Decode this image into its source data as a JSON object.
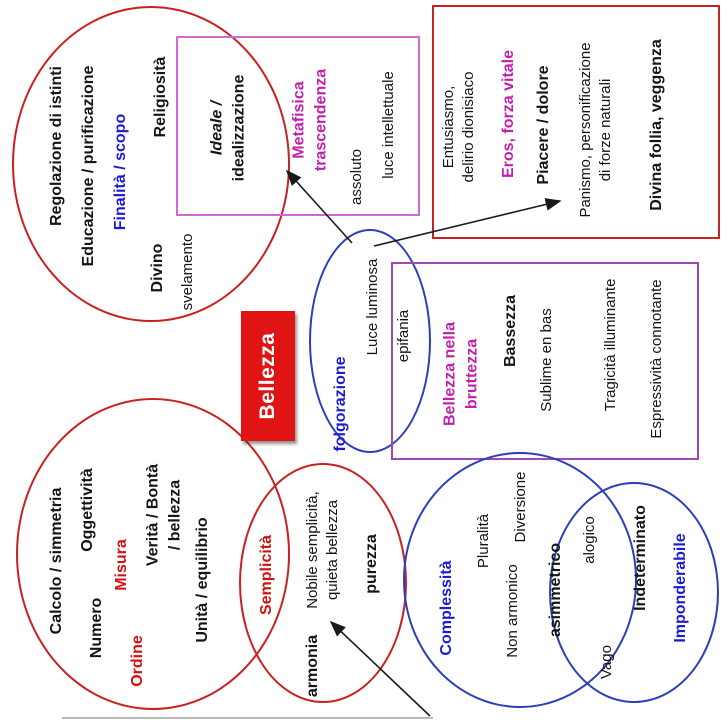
{
  "title": "Bellezza concept map",
  "colors": {
    "ellipse-red": "#c92121",
    "ellipse-blue": "#2b3fba",
    "rect-pink": "#d06ad0",
    "rect-violet": "#9a4ab0",
    "rect-red": "#c92121",
    "text-blue": "#1b1bd1",
    "text-red": "#d01111",
    "text-magenta": "#c21fae",
    "box-red": "#e01414",
    "arrow": "#1a1a1a"
  },
  "center": {
    "label": "Bellezza"
  },
  "groups": {
    "divino": {
      "regolazione": "Regolazione di istinti",
      "educazione": "Educazione / purificazione",
      "finalita": "Finalità / scopo",
      "religiosita": "Religiosità",
      "divino": "Divino",
      "svelamento": "svelamento"
    },
    "metafisica": {
      "ideale_line1": "Ideale /",
      "ideale_line2": "idealizzazione",
      "metafisica": "Metafisica\ntrascendenza",
      "assoluto": "assoluto",
      "luce_intellettuale": "luce intellettuale"
    },
    "eros": {
      "entusiasmo": "Entusiasmo,\ndelirio dionisiaco",
      "eros": "Eros, forza vitale",
      "piacere": "Piacere / dolore",
      "panismo": "Panismo, personificazione\ndi forze naturali",
      "divina_follia": "Divina follia, veggenza"
    },
    "luce": {
      "luce_luminosa": "Luce luminosa",
      "epifania": "epifania",
      "folgorazione": "folgorazione"
    },
    "bruttezza": {
      "bellezza_nella": "Bellezza nella\nbruttezza",
      "bassezza": "Bassezza",
      "sublime": "Sublime en bas",
      "tragicita": "Tragicità illuminante",
      "espressivita": "Espressività connotante"
    },
    "misura": {
      "calcolo": "Calcolo / simmetria",
      "numero": "Numero",
      "oggettivita": "Oggettività",
      "misura": "Misura",
      "ordine": "Ordine",
      "verita": "Verità / Bontà\n/ bellezza",
      "unita": "Unità / equilibrio"
    },
    "semplicita": {
      "semplicita": "Semplicità",
      "nobile": "Nobile semplicità,\nquieta bellezza",
      "purezza": "purezza",
      "armonia": "armonia"
    },
    "complessita": {
      "complessita": "Complessità",
      "pluralita": "Pluralità",
      "diversione": "Diversione",
      "non_armonico": "Non armonico",
      "asimmetrico": "asimmetrico",
      "alogico": "alogico",
      "vago": "Vago"
    },
    "imponderabile": {
      "indeterminato": "Indeterminato",
      "imponderabile": "Imponderabile"
    }
  }
}
